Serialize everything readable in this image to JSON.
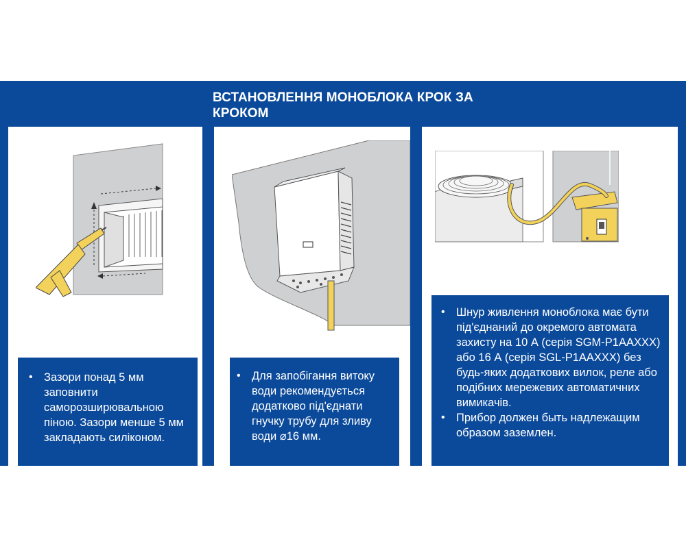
{
  "slide": {
    "title": "ВСТАНОВЛЕННЯ МОНОБЛОКА КРОК ЗА КРОКОМ",
    "colors": {
      "brand_blue": "#0b4a9b",
      "yellow": "#f2d25a",
      "wall_gray": "#cfd0d2"
    }
  },
  "steps": [
    {
      "illustration": "sealing-wall-gap-illustration",
      "bullets": [
        "Зазори понад 5 мм заповнити саморозширювальною піною. Зазори менше 5 мм закладають силіконом."
      ]
    },
    {
      "illustration": "drain-hose-illustration",
      "bullets": [
        "Для запобігання витоку води рекомендується додатково під'єднати гнучку трубу для зливу води ⌀16 мм."
      ]
    },
    {
      "illustration": "power-cord-breaker-illustration",
      "bullets": [
        "Шнур живлення моноблока має бути під'єднаний до окремого автомата захисту на 10 А (серія SGM-P1AAXXX) або 16 А (серія SGL-P1AAXXX) без будь-яких додаткових вилок, реле або подібних мережевих автоматичних вимикачів.",
        "Прибор должен быть надлежащим образом заземлен."
      ]
    }
  ]
}
